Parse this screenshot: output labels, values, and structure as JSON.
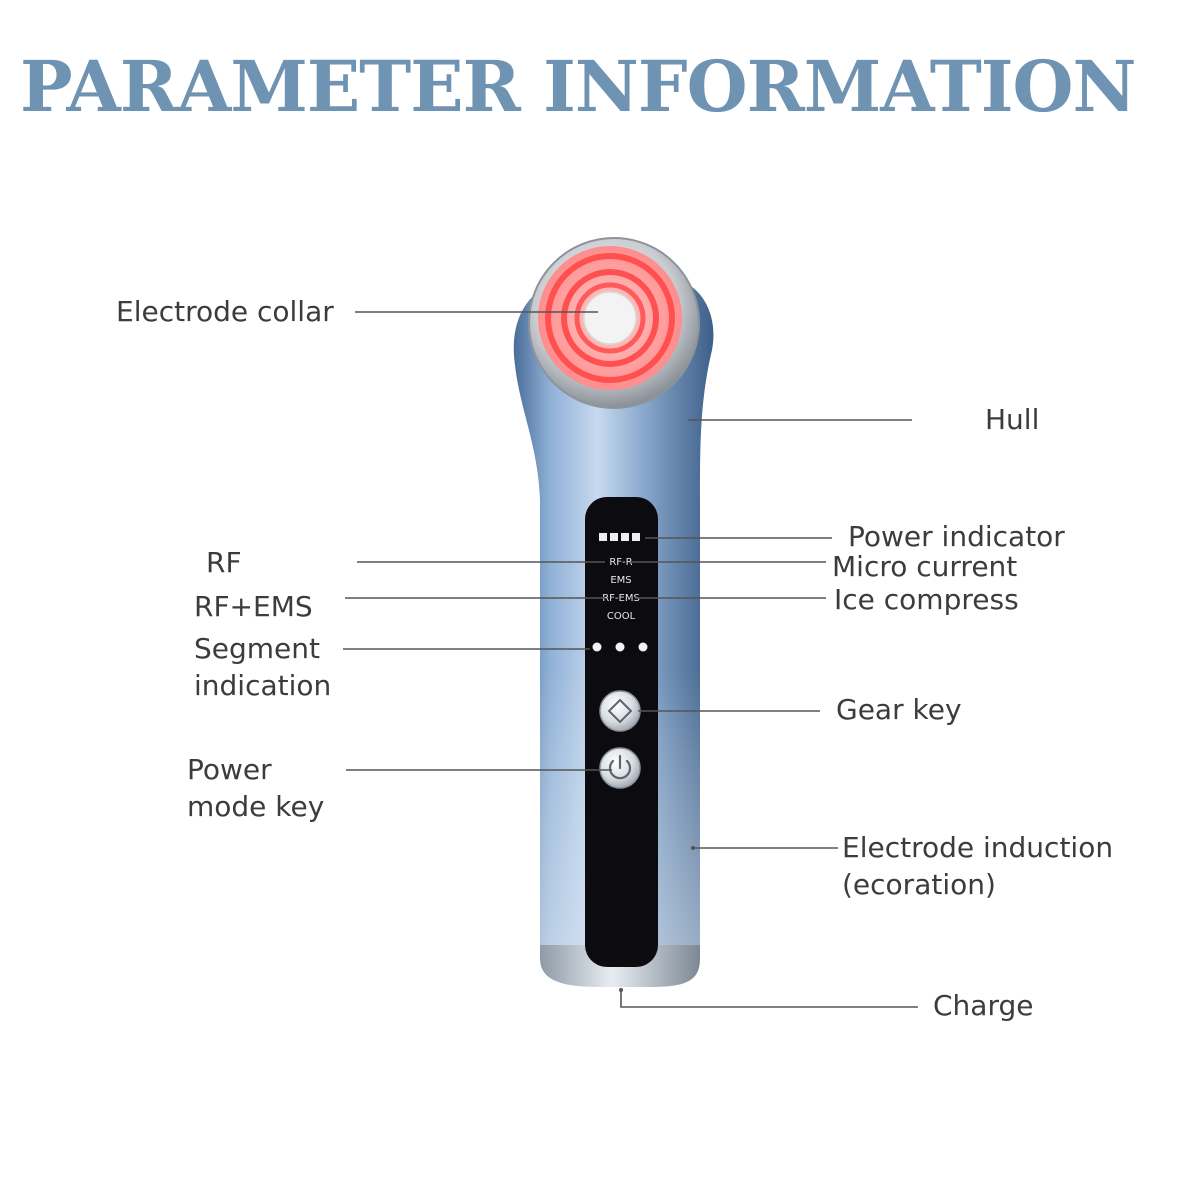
{
  "title": "PARAMETER INFORMATION",
  "labels": {
    "electrode_collar": "Electrode collar",
    "hull": "Hull",
    "power_indicator": "Power indicator",
    "rf": "RF",
    "micro_current": "Micro current",
    "rf_ems": "RF+EMS",
    "ice_compress": "Ice compress",
    "segment_indication_1": "Segment",
    "segment_indication_2": "indication",
    "gear_key": "Gear key",
    "power_mode_key_1": "Power",
    "power_mode_key_2": "mode key",
    "electrode_induction_1": "Electrode induction",
    "electrode_induction_2": "(ecoration)",
    "charge": "Charge"
  },
  "device_panel": {
    "mode_rf_r": "RF-R",
    "mode_ems": "EMS",
    "mode_rf_ems": "RF-EMS",
    "mode_cool": "COOL"
  },
  "colors": {
    "title": "#6f93b2",
    "label_text": "#3c3c3c",
    "leader_line": "#555555",
    "device_body": "#7f9fc4",
    "electrode_ring": "#ff5a5a",
    "panel": "#0c0c10"
  },
  "icons": [
    "power-icon",
    "diamond-arrow-icon"
  ]
}
